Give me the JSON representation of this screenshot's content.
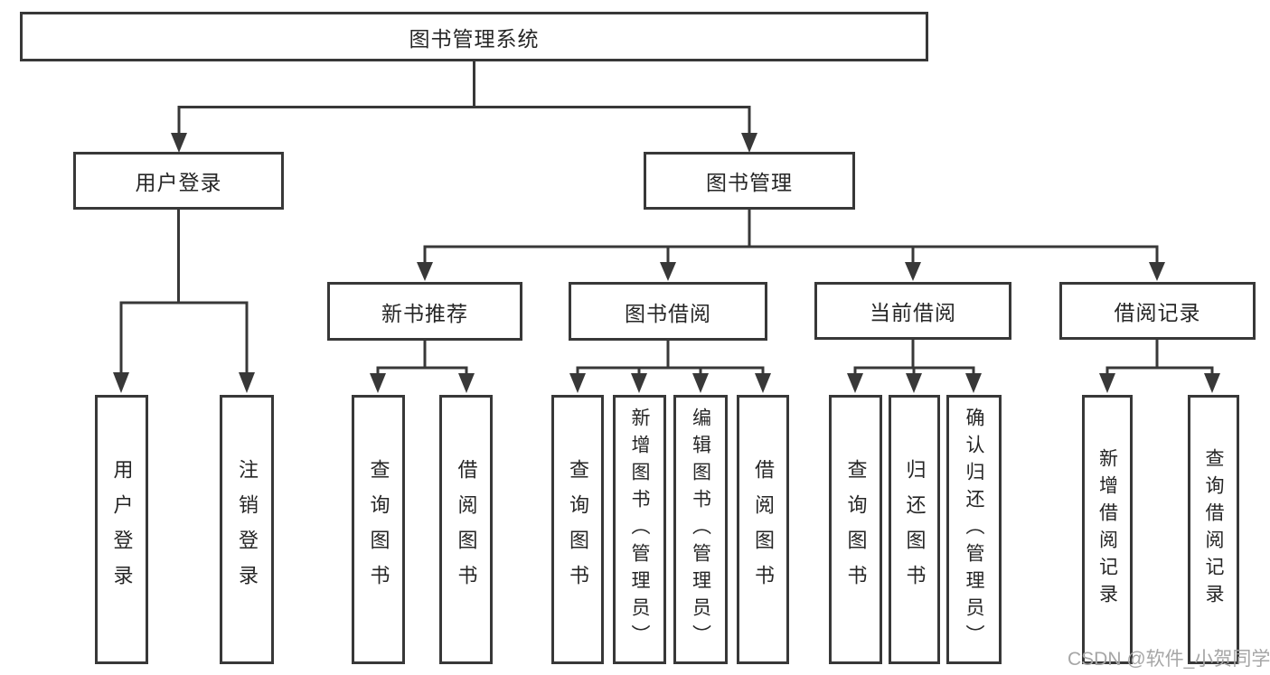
{
  "diagram": {
    "root": {
      "label": "图书管理系统"
    },
    "level1": [
      {
        "label": "用户登录"
      },
      {
        "label": "图书管理"
      }
    ],
    "level2": [
      {
        "label": "新书推荐"
      },
      {
        "label": "图书借阅"
      },
      {
        "label": "当前借阅"
      },
      {
        "label": "借阅记录"
      }
    ],
    "leaves": {
      "user_login": [
        "用户登录",
        "注销登录"
      ],
      "new_books": [
        "查询图书",
        "借阅图书"
      ],
      "book_borrow": [
        "查询图书",
        "新增图书（管理员）",
        "编辑图书（管理员）",
        "借阅图书"
      ],
      "current_borrow": [
        "查询图书",
        "归还图书",
        "确认归还（管理员）"
      ],
      "borrow_records": [
        "新增借阅记录",
        "查询借阅记录"
      ]
    }
  },
  "colors": {
    "line": "#383838",
    "box_border": "#383838",
    "text": "#262626",
    "watermark": "#a6a6a6",
    "background": "#ffffff"
  },
  "watermark": {
    "text": "CSDN @软件_小贺同学"
  }
}
